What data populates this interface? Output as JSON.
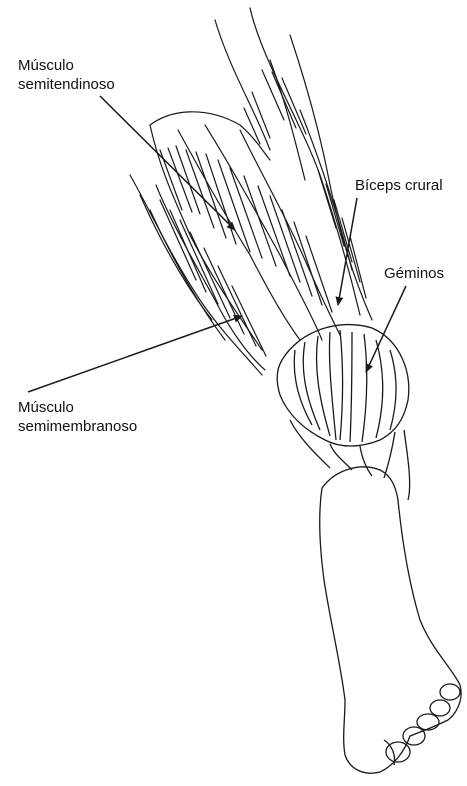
{
  "labels": {
    "semitendinoso": {
      "line1": "Músculo",
      "line2": "semitendinoso"
    },
    "biceps": {
      "text": "Bíceps crural"
    },
    "geminos": {
      "text": "Géminos"
    },
    "semimembranoso": {
      "line1": "Músculo",
      "line2": "semimembranoso"
    }
  },
  "colors": {
    "ink": "#1a1a1a",
    "background": "#ffffff"
  }
}
